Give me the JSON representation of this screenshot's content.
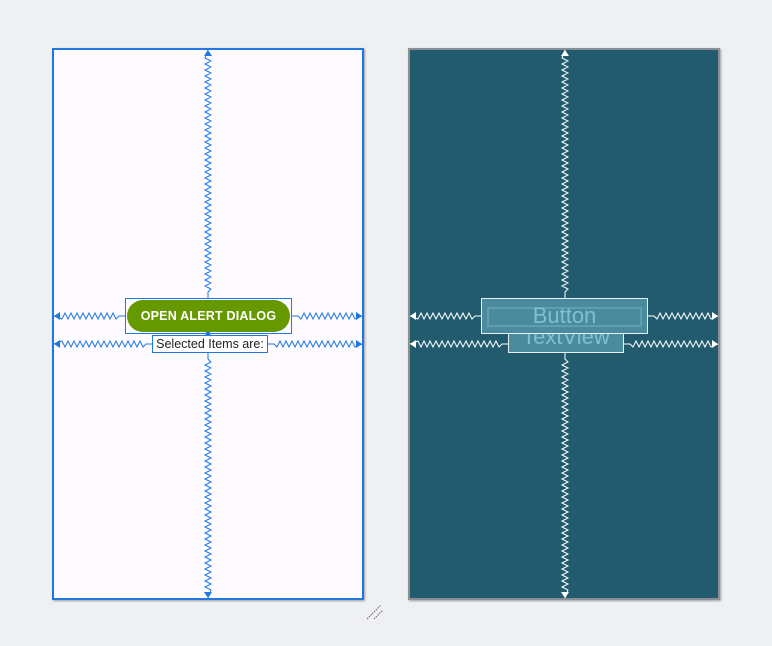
{
  "design_view": {
    "button_label": "OPEN ALERT DIALOG",
    "textview_label": "Selected Items are:"
  },
  "blueprint_view": {
    "button_label": "Button",
    "textview_label": "TextView"
  },
  "colors": {
    "constraint_design": "#1f78e0",
    "constraint_blueprint": "#ffffff",
    "button_bg": "#669900",
    "blueprint_bg": "#235b6e"
  }
}
